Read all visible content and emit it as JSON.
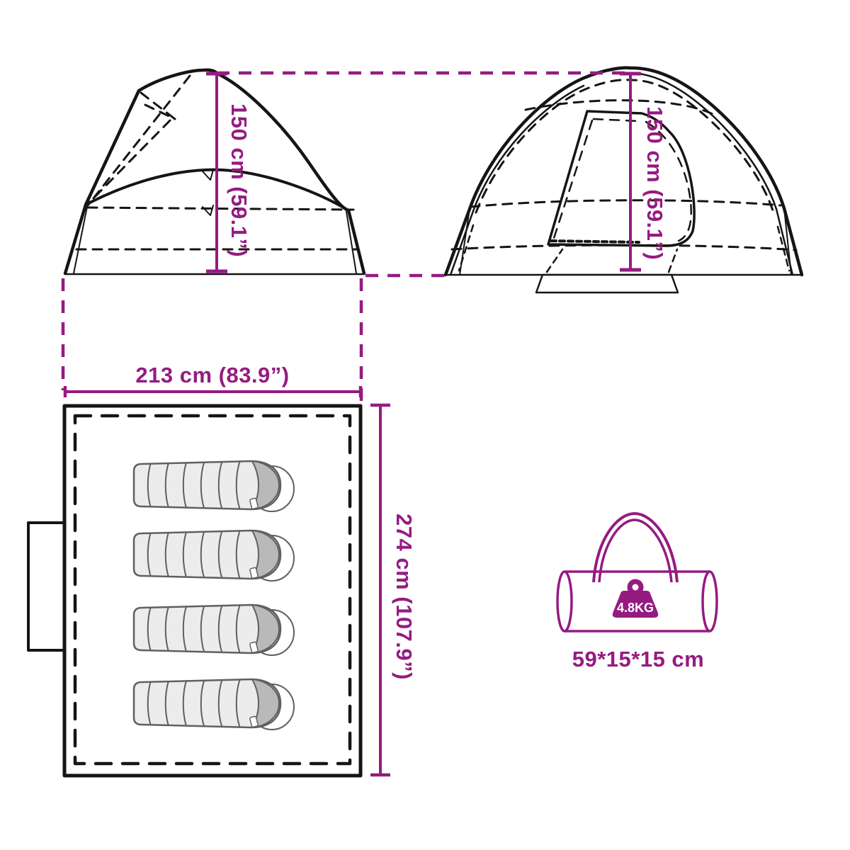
{
  "colors": {
    "accent": "#951B81",
    "line": "#151515",
    "background": "#ffffff",
    "sleeping_bag_fill": "#ececec",
    "sleeping_bag_hood": "#b9b9b9",
    "sleeping_bag_stroke": "#606060",
    "weight_text": "#ffffff"
  },
  "front_view": {
    "height_label": "150 cm (59.1”)"
  },
  "rear_view": {
    "height_label": "150 cm (59.1”)"
  },
  "floor_plan": {
    "width_label": "213 cm (83.9”)",
    "length_label": "274 cm (107.9”)",
    "sleeping_bag_count": 4
  },
  "carry_bag": {
    "weight_label": "4.8KG",
    "size_label": "59*15*15 cm"
  }
}
